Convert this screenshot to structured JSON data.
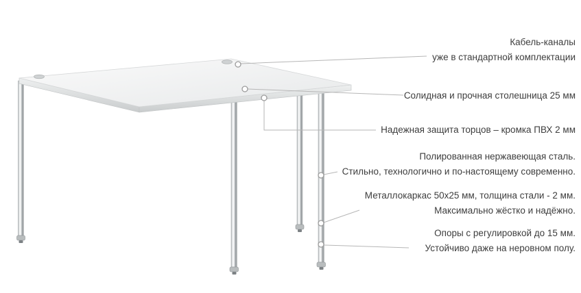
{
  "figure": {
    "kind": "product-feature-diagram",
    "subject": "office desk with chrome legs"
  },
  "colors": {
    "background": "#ffffff",
    "callout_line": "#b6b6b6",
    "callout_dot_fill": "#ffffff",
    "callout_dot_stroke": "#9c9c9c",
    "label_text": "#3d3d3d",
    "tabletop_light": "#fafafa",
    "tabletop_dark": "#e7e9ea",
    "chrome_light": "#fafbfb",
    "chrome_dark": "#8e9396"
  },
  "callouts": [
    {
      "id": "cable-channels",
      "lines": [
        "Кабель-каналы",
        "уже в стандартной комплектации"
      ]
    },
    {
      "id": "tabletop",
      "lines": [
        "Солидная и прочная столешница 25 мм"
      ]
    },
    {
      "id": "edge-pvc",
      "lines": [
        "Надежная защита торцов – кромка ПВХ 2 мм"
      ]
    },
    {
      "id": "stainless-steel",
      "lines": [
        "Полированная нержавеющая сталь.",
        "Стильно, технологично и по-настоящему современно."
      ]
    },
    {
      "id": "metal-frame",
      "lines": [
        "Металлокаркас 50х25 мм, толщина стали - 2 мм.",
        "Максимально жёстко и надёжно."
      ]
    },
    {
      "id": "adjustable-feet",
      "lines": [
        "Опоры с регулировкой до 15 мм.",
        "Устойчиво даже на неровном полу."
      ]
    }
  ]
}
